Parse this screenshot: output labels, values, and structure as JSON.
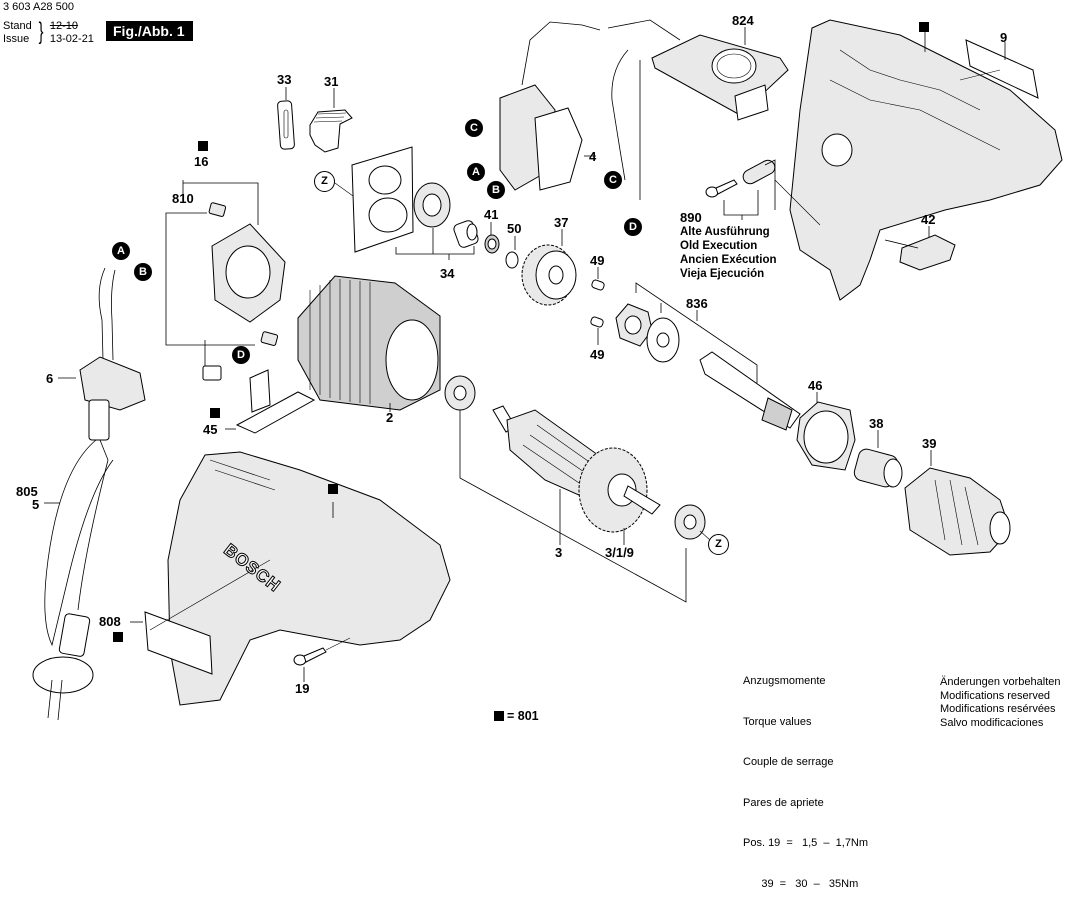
{
  "header": {
    "document_number": "3 603 A28 500",
    "stand_label": "Stand",
    "issue_label": "Issue",
    "old_date": "12-10",
    "issue_date": "13-02-21",
    "figure_label": "Fig./Abb. 1"
  },
  "parts": {
    "p33": "33",
    "p31": "31",
    "p16": "16",
    "p810": "810",
    "p824": "824",
    "p9": "9",
    "p4": "4",
    "p41": "41",
    "p50": "50",
    "p37": "37",
    "p34": "34",
    "p49a": "49",
    "p49b": "49",
    "p890": "890",
    "p42": "42",
    "p836": "836",
    "p6": "6",
    "p45": "45",
    "p2": "2",
    "p46": "46",
    "p38": "38",
    "p39": "39",
    "p805": "805",
    "p5": "5",
    "p3": "3",
    "p319": "3/1/9",
    "p808": "808",
    "p19": "19"
  },
  "connectors": {
    "A": "A",
    "B": "B",
    "C": "C",
    "D": "D",
    "Z": "Z"
  },
  "old_execution": {
    "lines": [
      "Alte Ausführung",
      "Old Execution",
      "Ancien Exécution",
      "Vieja Ejecución"
    ]
  },
  "torque": {
    "lines": [
      "Anzugsmomente",
      "Torque values",
      "Couple de serrage",
      "Pares de apriete",
      "Pos. 19  =   1,5  –  1,7Nm",
      "      39  =   30  –   35Nm"
    ]
  },
  "modifications": {
    "lines": [
      "Änderungen vorbehalten",
      "Modifications reserved",
      "Modifications resérvées",
      "Salvo modificaciones"
    ]
  },
  "legend": {
    "text": "= 801"
  },
  "brand_text": "BOSCH"
}
